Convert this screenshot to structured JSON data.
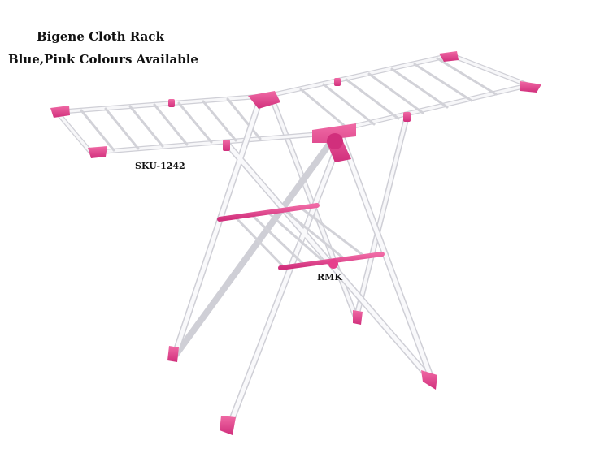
{
  "product": {
    "name": "Bigene Cloth Rack",
    "availability": "Blue,Pink Colours Available",
    "sku": "SKU-1242",
    "watermark": "RMK"
  },
  "colors": {
    "frame": "#f4f4f6",
    "frame_edge": "#c9c9cf",
    "accent": "#e63f8c",
    "accent_dark": "#c42a72",
    "background": "#ffffff"
  }
}
